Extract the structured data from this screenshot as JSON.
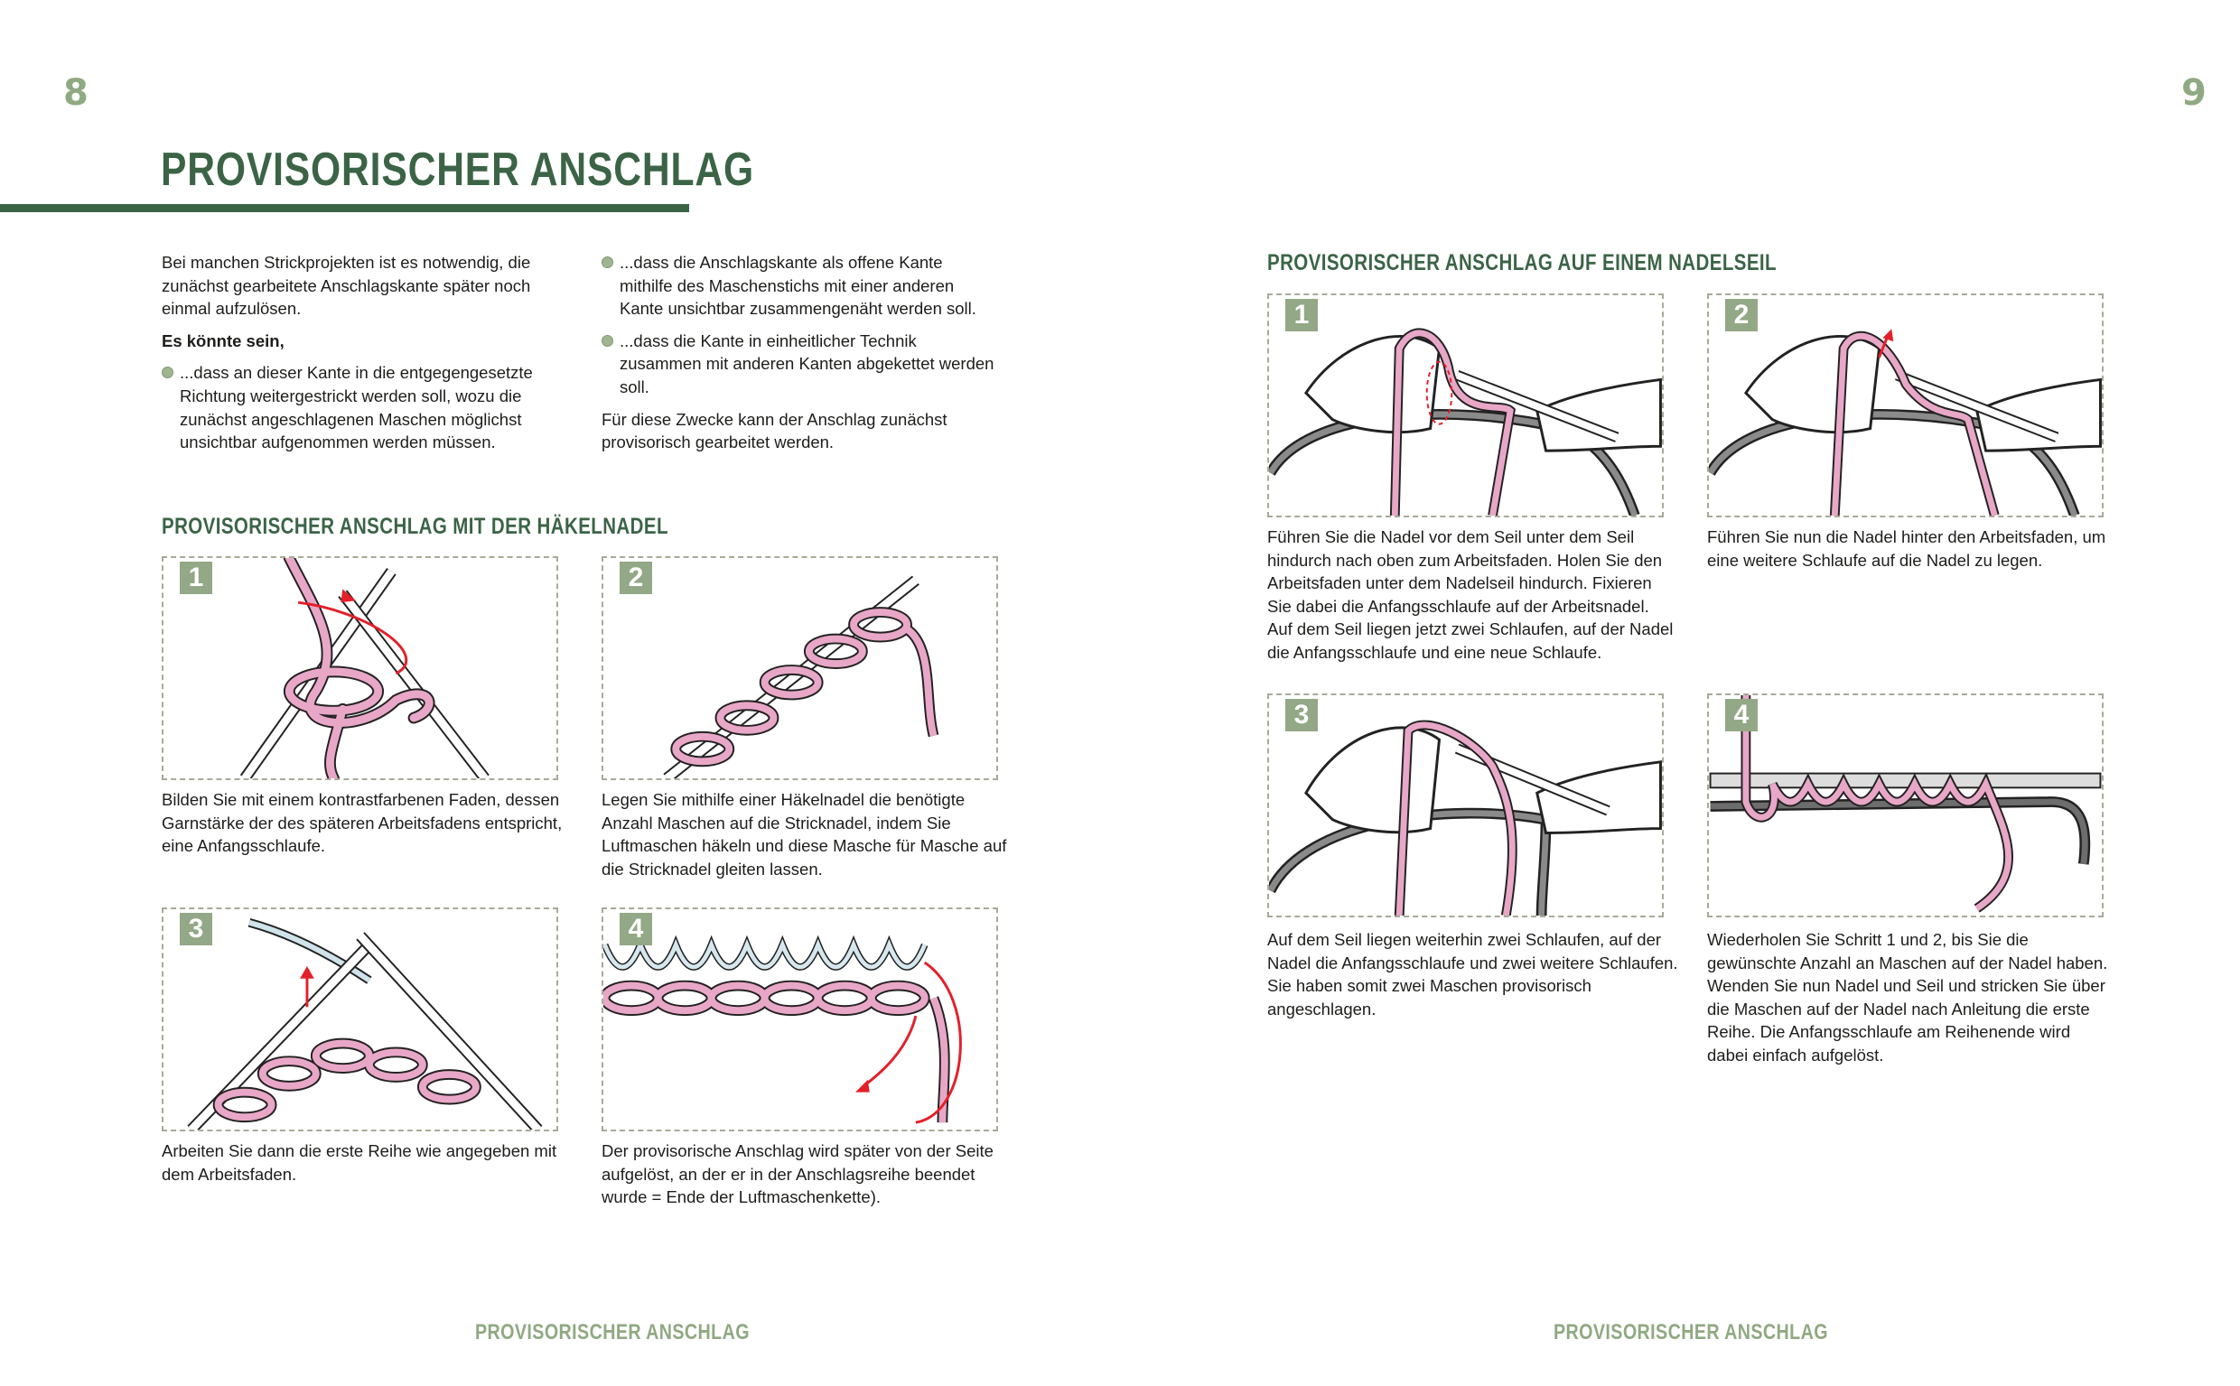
{
  "page_numbers": {
    "left": "8",
    "right": "9"
  },
  "title": "PROVISORISCHER ANSCHLAG",
  "intro": {
    "paragraph": "Bei manchen Strickprojekten ist es notwendig, die zunächst gearbeitete Anschlagskante später noch einmal aufzulösen.",
    "lead": "Es könnte sein,",
    "bullets": [
      "...dass an dieser Kante in die entgegengesetzte Richtung weitergestrickt werden soll, wozu die zunächst angeschlagenen Maschen möglichst unsichtbar aufgenommen werden müssen.",
      "...dass die Anschlagskante als offene Kante mithilfe des Maschenstichs mit einer anderen Kante unsichtbar zusammengenäht werden soll.",
      "...dass die Kante in einheitlicher Technik zusammen mit anderen Kanten abgekettet werden soll."
    ],
    "closing": "Für diese Zwecke kann der Anschlag zunächst provisorisch gearbeitet werden."
  },
  "section_crochet": {
    "heading": "PROVISORISCHER ANSCHLAG MIT DER HÄKELNADEL",
    "steps": [
      {
        "number": "1",
        "caption": "Bilden Sie mit einem kontrastfarbenen Faden, dessen Garnstärke der des späteren Arbeitsfadens entspricht, eine Anfangsschlaufe."
      },
      {
        "number": "2",
        "caption": "Legen Sie mithilfe einer Häkelnadel die benötigte Anzahl Maschen auf die Stricknadel, indem Sie Luftmaschen häkeln und diese Masche für Masche auf die Stricknadel gleiten lassen."
      },
      {
        "number": "3",
        "caption": "Arbeiten Sie dann die erste Reihe wie angegeben mit dem Arbeitsfaden."
      },
      {
        "number": "4",
        "caption": "Der provisorische Anschlag wird später von der Seite aufgelöst, an der er in der Anschlagsreihe beendet wurde = Ende der Luftmaschenkette)."
      }
    ]
  },
  "section_cable": {
    "heading": "PROVISORISCHER ANSCHLAG AUF EINEM NADELSEIL",
    "steps": [
      {
        "number": "1",
        "caption": "Führen Sie die Nadel vor dem Seil unter dem Seil hindurch nach oben zum Arbeitsfaden. Holen Sie den Arbeitsfaden unter dem Nadelseil hindurch. Fixieren Sie dabei die Anfangsschlaufe auf der Arbeitsnadel. Auf dem Seil liegen jetzt zwei Schlaufen, auf der Nadel die Anfangsschlaufe und eine neue Schlaufe."
      },
      {
        "number": "2",
        "caption": "Führen Sie nun die Nadel hinter den Arbeitsfaden, um eine weitere Schlaufe auf die Nadel zu legen."
      },
      {
        "number": "3",
        "caption": "Auf dem Seil liegen weiterhin zwei Schlaufen, auf der Nadel die Anfangsschlaufe und zwei weitere Schlaufen. Sie haben somit zwei Maschen provisorisch angeschlagen."
      },
      {
        "number": "4",
        "caption": "Wiederholen Sie Schritt 1 und 2, bis Sie die gewünschte Anzahl an Maschen auf der Nadel haben. Wenden Sie nun Nadel und Seil und stricken Sie über die Maschen auf der Nadel nach Anleitung die erste Reihe. Die Anfangsschlaufe am Reihenende wird dabei einfach aufgelöst."
      }
    ]
  },
  "footer": {
    "left": "PROVISORISCHER ANSCHLAG",
    "right": "PROVISORISCHER ANSCHLAG"
  },
  "colors": {
    "green": "#3b6446",
    "light_green": "#8fa982",
    "yarn_pink": "#e9a7c7",
    "arrow_red": "#e3202a",
    "cable_gray": "#6d6d6d"
  }
}
